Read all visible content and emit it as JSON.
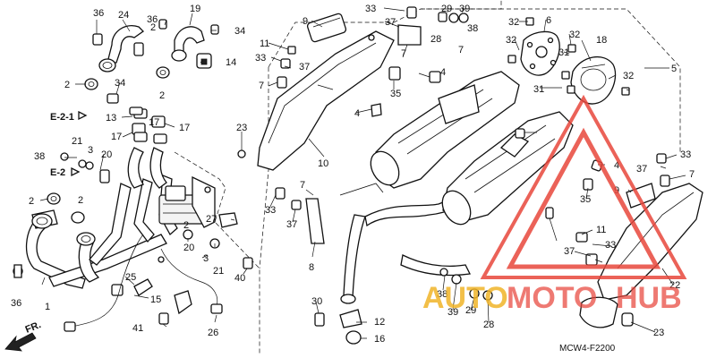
{
  "diagram_code": "MCW4-F2200",
  "direction_label": "FR.",
  "refs": {
    "e21": "E-2-1",
    "e2": "E-2"
  },
  "watermark": {
    "part1": "AUTO",
    "part2": "MOTO",
    "part3": "HUB",
    "color1": "#f0b429",
    "color2": "#e8473c"
  },
  "callouts": [
    "36",
    "24",
    "36",
    "19",
    "34",
    "2",
    "34",
    "13",
    "17",
    "17",
    "2",
    "14",
    "2",
    "17",
    "38",
    "21",
    "3",
    "20",
    "2",
    "2",
    "36",
    "1",
    "25",
    "15",
    "41",
    "26",
    "2",
    "20",
    "3",
    "21",
    "40",
    "27",
    "23",
    "9",
    "11",
    "33",
    "37",
    "7",
    "10",
    "33",
    "7",
    "37",
    "8",
    "30",
    "12",
    "16",
    "33",
    "37",
    "7",
    "29",
    "28",
    "39",
    "38",
    "7",
    "4",
    "4",
    "35",
    "5",
    "32",
    "6",
    "32",
    "31",
    "32",
    "18",
    "31",
    "32",
    "9",
    "35",
    "4",
    "11",
    "37",
    "33",
    "37",
    "7",
    "33",
    "38",
    "29",
    "39",
    "28",
    "22",
    "23"
  ]
}
